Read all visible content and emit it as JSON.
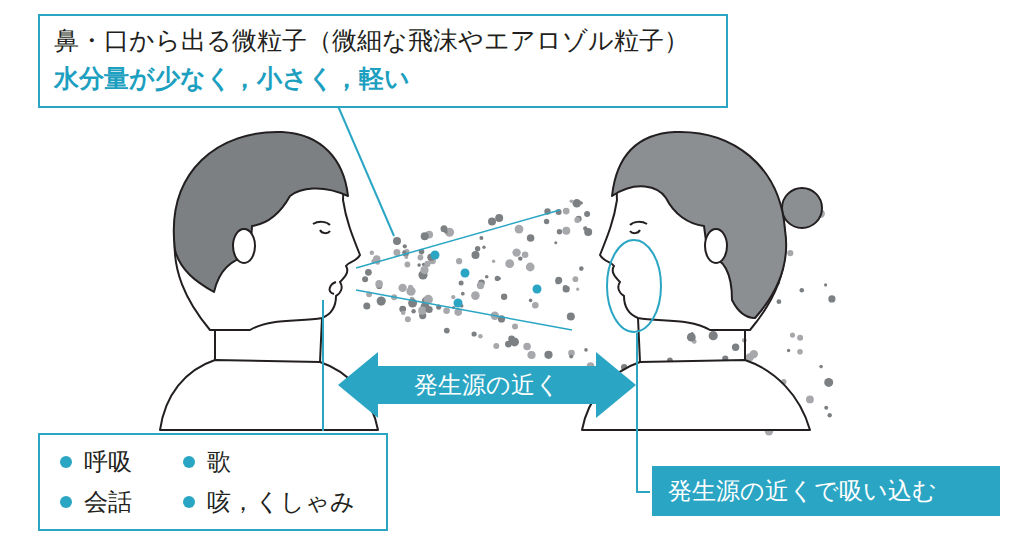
{
  "diagram": {
    "nodes": [
      {
        "text": [
          "鼻・口から出る微粒子（微細な飛沫やエアロゾル粒子）",
          "水分量が少なく，小さく，軽い"
        ]
      },
      {
        "text": [
          "発生源の近く"
        ]
      },
      {
        "text": [
          "呼吸",
          "歌",
          "会話",
          "咳，くしゃみ"
        ]
      },
      {
        "text": [
          "発生源の近くで吸い込む"
        ]
      }
    ]
  }
}
